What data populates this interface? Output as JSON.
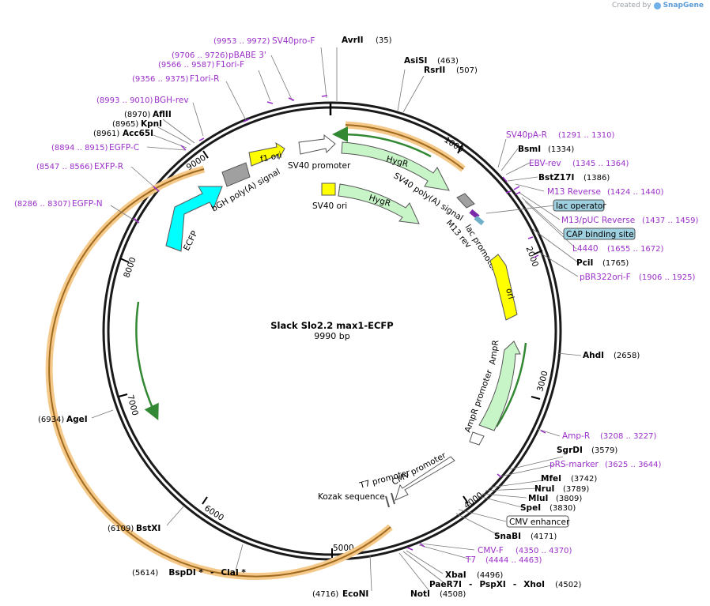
{
  "brand": {
    "created_by": "Created by",
    "name": "SnapGene"
  },
  "title": "Slack Slo2.2 max1-ECFP",
  "length_label": "9990 bp",
  "tick_labels": [
    "1000",
    "2000",
    "3000",
    "4000",
    "5000",
    "6000",
    "7000",
    "8000",
    "9000"
  ],
  "enzymes_right": [
    {
      "name": "AvrII",
      "pos": "(35)"
    },
    {
      "name": "AsiSI",
      "pos": "(463)"
    },
    {
      "name": "RsrII",
      "pos": "(507)"
    },
    {
      "name": "BsmI",
      "pos": "(1334)"
    },
    {
      "name": "BstZ17I",
      "pos": "(1386)"
    },
    {
      "name": "PciI",
      "pos": "(1765)"
    },
    {
      "name": "AhdI",
      "pos": "(2658)"
    },
    {
      "name": "SgrDI",
      "pos": "(3579)"
    },
    {
      "name": "MfeI",
      "pos": "(3742)"
    },
    {
      "name": "NruI",
      "pos": "(3789)"
    },
    {
      "name": "MluI",
      "pos": "(3809)"
    },
    {
      "name": "SpeI",
      "pos": "(3830)"
    },
    {
      "name": "SnaBI",
      "pos": "(4171)"
    },
    {
      "name": "XbaI",
      "pos": "(4496)"
    }
  ],
  "enzymes_left": [
    {
      "name": "AflII",
      "pos": "(8970)"
    },
    {
      "name": "KpnI",
      "pos": "(8965)"
    },
    {
      "name": "Acc65I",
      "pos": "(8961)"
    },
    {
      "name": "AgeI",
      "pos": "(6934)"
    },
    {
      "name": "BstXI",
      "pos": "(6109)"
    },
    {
      "name": "EcoNI",
      "pos": "(4716)"
    },
    {
      "name": "NotI",
      "pos": "(4508)"
    }
  ],
  "multi_enzymes": {
    "bspdi": {
      "pos": "(5614)",
      "name1": "BspDI *",
      "sep": "-",
      "name2": "ClaI *"
    },
    "paer7i": {
      "name1": "PaeR7I",
      "sep1": "-",
      "name2": "PspXI",
      "sep2": "-",
      "name3": "XhoI",
      "pos": "(4502)"
    }
  },
  "primers_right": [
    {
      "name": "SV40pA-R",
      "pos": "(1291 .. 1310)"
    },
    {
      "name": "EBV-rev",
      "pos": "(1345 .. 1364)"
    },
    {
      "name": "M13 Reverse",
      "pos": "(1424 .. 1440)"
    },
    {
      "name": "M13/pUC Reverse",
      "pos": "(1437 .. 1459)"
    },
    {
      "name": "L4440",
      "pos": "(1655 .. 1672)"
    },
    {
      "name": "pBR322ori-F",
      "pos": "(1906 .. 1925)"
    },
    {
      "name": "Amp-R",
      "pos": "(3208 .. 3227)"
    },
    {
      "name": "pRS-marker",
      "pos": "(3625 .. 3644)"
    },
    {
      "name": "CMV-F",
      "pos": "(4350 .. 4370)"
    },
    {
      "name": "T7",
      "pos": "(4444 .. 4463)"
    }
  ],
  "primers_left": [
    {
      "name": "SV40pro-F",
      "pos": "(9953 .. 9972)"
    },
    {
      "name": "pBABE 3'",
      "pos": "(9706 .. 9726)"
    },
    {
      "name": "F1ori-F",
      "pos": "(9566 .. 9587)"
    },
    {
      "name": "F1ori-R",
      "pos": "(9356 .. 9375)"
    },
    {
      "name": "BGH-rev",
      "pos": "(8993 .. 9010)"
    },
    {
      "name": "EGFP-C",
      "pos": "(8894 .. 8915)"
    },
    {
      "name": "EXFP-R",
      "pos": "(8547 .. 8566)"
    },
    {
      "name": "EGFP-N",
      "pos": "(8286 .. 8307)"
    }
  ],
  "boxed_features": [
    "lac operator",
    "CAP binding site",
    "CMV enhancer"
  ],
  "features": {
    "sv40_promoter": "SV40 promoter",
    "f1_ori": "f1 ori",
    "hygr_outer": "HygR",
    "sv40_polya": "SV40 poly(A) signal",
    "bgh_polya": "bGH poly(A) signal",
    "ecfp": "ECFP",
    "sv40_ori": "SV40 ori",
    "hygr_inner": "HygR",
    "m13_rev": "M13 rev",
    "lac_promoter": "lac promoter",
    "ori": "ori",
    "ampr": "AmpR",
    "ampr_promoter": "AmpR promoter",
    "t7_promoter": "T7 promoter",
    "cmv_promoter": "CMV promoter",
    "kozak": "Kozak sequence"
  },
  "colors": {
    "primer": "#9b30c9",
    "hygr": "#c8f5c8",
    "orf_outline": "#f2b66a",
    "ori": "#ffff00",
    "ecfp": "#00ffff",
    "polya": "#a0a0a0",
    "cds_line": "#338833",
    "box_blue": "#9fd0e0"
  }
}
